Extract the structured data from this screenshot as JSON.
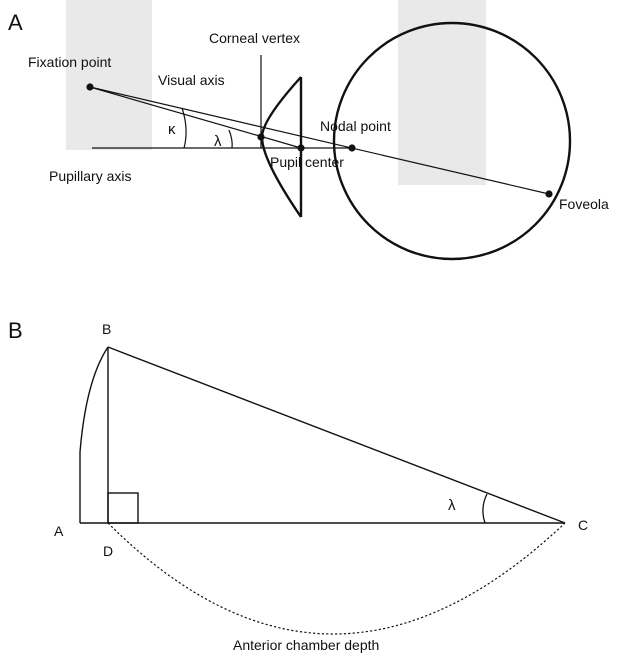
{
  "panel_a": {
    "letter": "A",
    "labels": {
      "fixation_point": "Fixation point",
      "corneal_vertex": "Corneal vertex",
      "visual_axis": "Visual axis",
      "nodal_point": "Nodal point",
      "pupil_center": "Pupil center",
      "pupillary_axis": "Pupillary axis",
      "foveola": "Foveola",
      "kappa": "κ",
      "lambda": "λ"
    }
  },
  "panel_b": {
    "letter": "B",
    "labels": {
      "point_a": "A",
      "point_b": "B",
      "point_c": "C",
      "point_d": "D",
      "lambda": "λ",
      "anterior_chamber_depth": "Anterior chamber depth"
    }
  },
  "colors": {
    "line": "#111111",
    "watermark": "#e9e9e9"
  }
}
